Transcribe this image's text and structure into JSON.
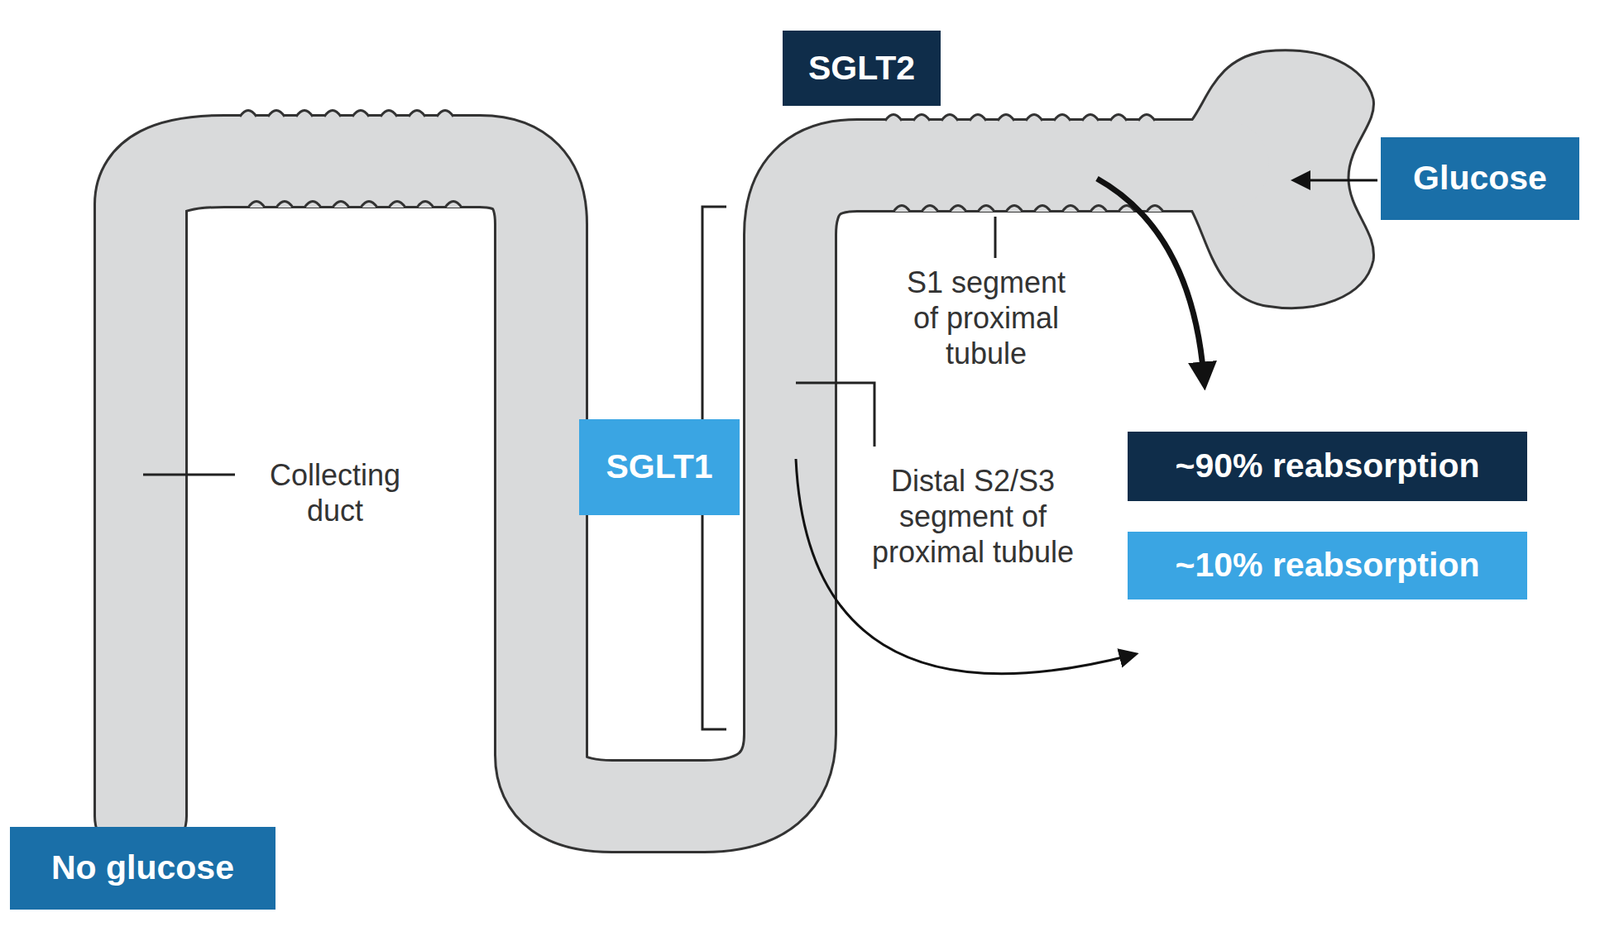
{
  "diagram": {
    "nodes": [
      {
        "text": [
          "SGLT2"
        ]
      },
      {
        "text": [
          "Glucose"
        ]
      },
      {
        "text": [
          "SGLT1"
        ]
      },
      {
        "text": [
          "~90% reabsorption"
        ]
      },
      {
        "text": [
          "~10% reabsorption"
        ]
      },
      {
        "text": [
          "No glucose"
        ]
      }
    ],
    "labels": [
      "S1 segment of proximal tubule",
      "Distal S2/S3 segment of proximal tubule",
      "Collecting duct"
    ]
  }
}
